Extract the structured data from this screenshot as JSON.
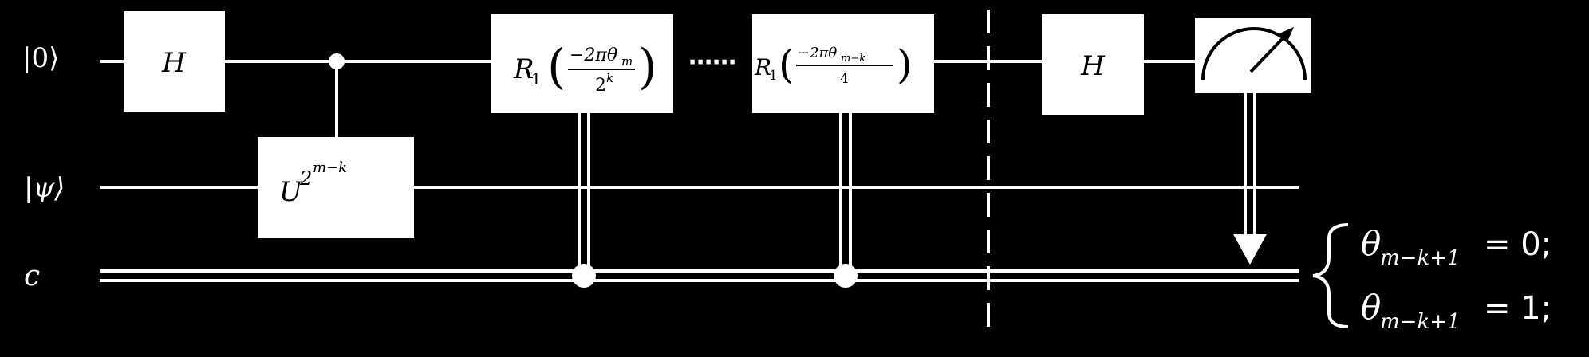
{
  "wires": {
    "q0_label": "|0⟩",
    "psi_label": "|ψ⟩",
    "c_label": "c"
  },
  "gates": {
    "h1": "H",
    "u_base": "U",
    "u_exp": "2",
    "u_exp_super": "m−k",
    "r1_base": "R",
    "r1_sub": "1",
    "r1_num_a": "−2πθ",
    "r1_num_sub": "m",
    "r1_den_base": "2",
    "r1_den_sup": "k",
    "dots": "⋯⋯",
    "r2_base": "R",
    "r2_sub": "1",
    "r2_num_a": "−2πθ",
    "r2_num_sub": "m−k",
    "r2_den": "4",
    "h2": "H"
  },
  "outcomes": {
    "theta": "θ",
    "subscript": "m−k+1",
    "eq0": "= 0;",
    "eq1": "= 1;"
  },
  "colors": {
    "background": "#000000",
    "wire": "#ffffff",
    "gate_fill": "#ffffff",
    "gate_text": "#000000",
    "label_text": "#ffffff"
  }
}
